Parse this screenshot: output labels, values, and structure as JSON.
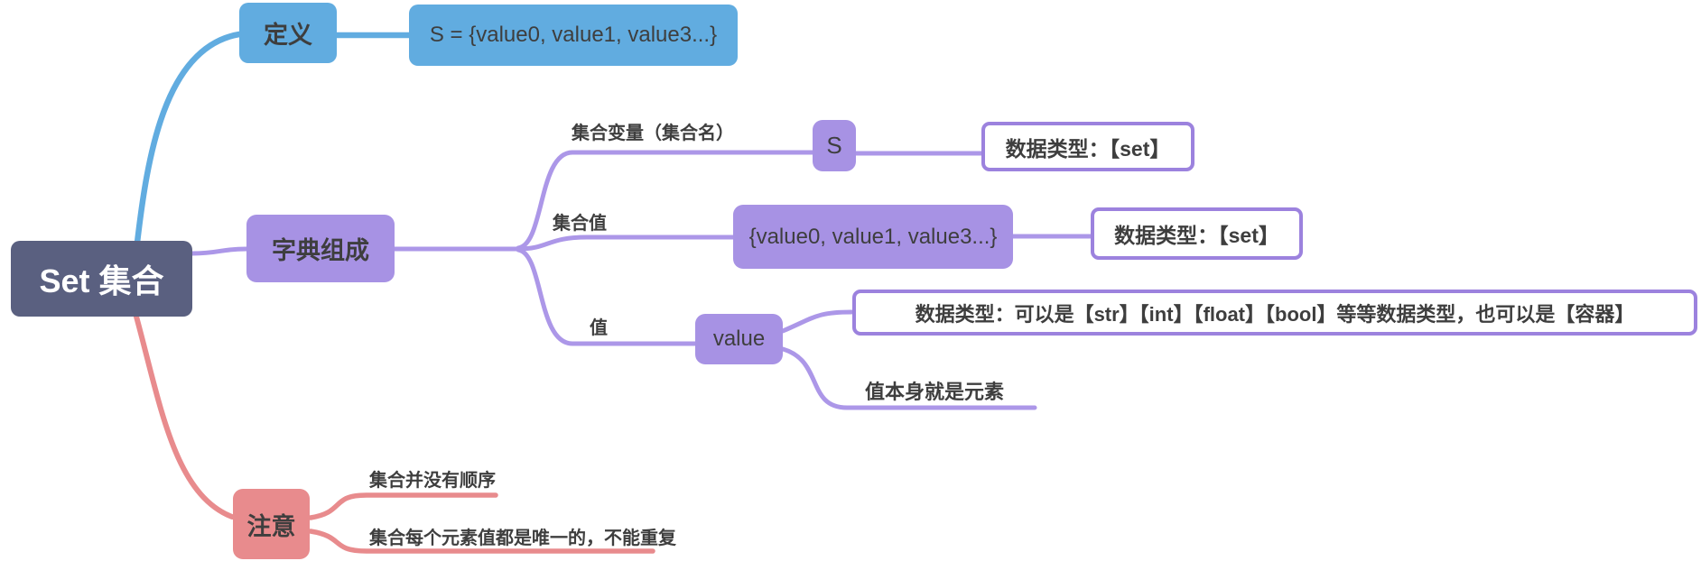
{
  "root": {
    "label": "Set 集合"
  },
  "branches": {
    "definition": {
      "label": "定义",
      "value": "S = {value0, value1, value3...}"
    },
    "composition": {
      "label": "字典组成",
      "variable": {
        "label": "集合变量（集合名）",
        "node": "S",
        "type": "数据类型：【set】"
      },
      "set_value": {
        "label": "集合值",
        "node": "{value0, value1, value3...}",
        "type": "数据类型：【set】"
      },
      "value": {
        "label": "值",
        "node": "value",
        "type": "数据类型：可以是【str】【int】【float】【bool】等等数据类型，也可以是【容器】",
        "note": "值本身就是元素"
      }
    },
    "notes": {
      "label": "注意",
      "items": [
        "集合并没有顺序",
        "集合每个元素值都是唯一的，不能重复"
      ]
    }
  },
  "colors": {
    "root_fill": "#5a6080",
    "blue": "#61ace0",
    "purple_fill": "#a792e4",
    "purple_line": "#ac97e8",
    "purple_border": "#9c82de",
    "pink": "#e88b8d",
    "text_dark": "#3e3e3e",
    "text_light": "#ffffff"
  }
}
